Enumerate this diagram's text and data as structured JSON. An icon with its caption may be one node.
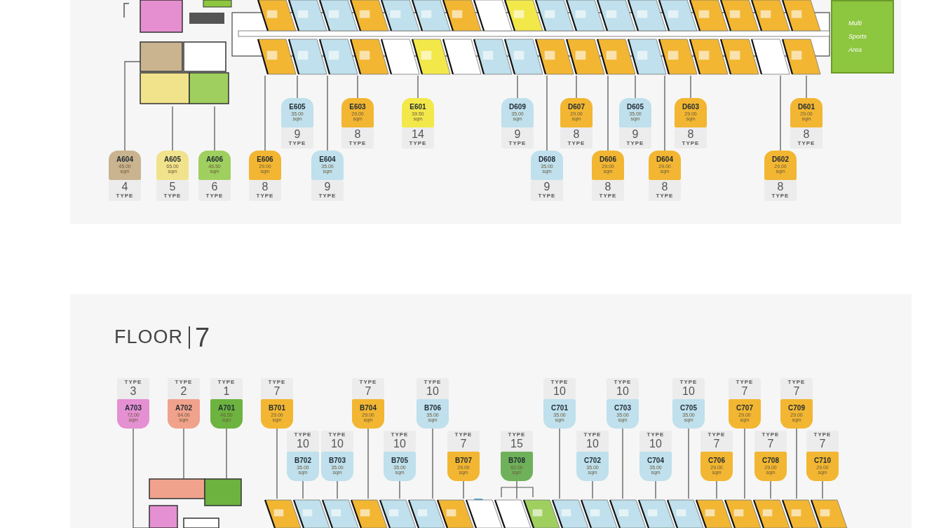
{
  "diagram": {
    "nodes": [
      {
        "text": [
          "Multi Sports Area"
        ]
      },
      {
        "text": [
          "E605",
          "35.00 sqm",
          "9",
          "TYPE"
        ]
      },
      {
        "text": [
          "E603",
          "29.00 sqm",
          "8",
          "TYPE"
        ]
      },
      {
        "text": [
          "E601",
          "39.50 sqm",
          "14",
          "TYPE"
        ]
      },
      {
        "text": [
          "D609",
          "35.00 sqm",
          "9",
          "TYPE"
        ]
      },
      {
        "text": [
          "D607",
          "29.00 sqm",
          "8",
          "TYPE"
        ]
      },
      {
        "text": [
          "D605",
          "35.00 sqm",
          "9",
          "TYPE"
        ]
      },
      {
        "text": [
          "D603",
          "29.00 sqm",
          "8",
          "TYPE"
        ]
      },
      {
        "text": [
          "D601",
          "29.00 sqm",
          "8",
          "TYPE"
        ]
      },
      {
        "text": [
          "A604",
          "45.00 sqm",
          "4",
          "TYPE"
        ]
      },
      {
        "text": [
          "A605",
          "65.00 sqm",
          "5",
          "TYPE"
        ]
      },
      {
        "text": [
          "A606",
          "46.50 sqm",
          "6",
          "TYPE"
        ]
      },
      {
        "text": [
          "E606",
          "29.00 sqm",
          "8",
          "TYPE"
        ]
      },
      {
        "text": [
          "E604",
          "35.00 sqm",
          "9",
          "TYPE"
        ]
      },
      {
        "text": [
          "D608",
          "35.00 sqm",
          "9",
          "TYPE"
        ]
      },
      {
        "text": [
          "D606",
          "29.00 sqm",
          "8",
          "TYPE"
        ]
      },
      {
        "text": [
          "D604",
          "29.00 sqm",
          "8",
          "TYPE"
        ]
      },
      {
        "text": [
          "D602",
          "29.00 sqm",
          "8",
          "TYPE"
        ]
      },
      {
        "text": [
          "TYPE",
          "3",
          "A703",
          "72.00 sqm"
        ]
      },
      {
        "text": [
          "TYPE",
          "2",
          "A702",
          "64.00 sqm"
        ]
      },
      {
        "text": [
          "TYPE",
          "1",
          "A701",
          "46.50 sqm"
        ]
      },
      {
        "text": [
          "TYPE",
          "7",
          "B701",
          "29.00 sqm"
        ]
      },
      {
        "text": [
          "TYPE",
          "7",
          "B704",
          "29.00 sqm"
        ]
      },
      {
        "text": [
          "TYPE",
          "10",
          "B706",
          "35.00 sqm"
        ]
      },
      {
        "text": [
          "TYPE",
          "10",
          "C701",
          "35.00 sqm"
        ]
      },
      {
        "text": [
          "TYPE",
          "10",
          "C703",
          "35.00 sqm"
        ]
      },
      {
        "text": [
          "TYPE",
          "10",
          "C705",
          "35.00 sqm"
        ]
      },
      {
        "text": [
          "TYPE",
          "7",
          "C707",
          "29.00 sqm"
        ]
      },
      {
        "text": [
          "TYPE",
          "7",
          "C709",
          "29.00 sqm"
        ]
      },
      {
        "text": [
          "TYPE",
          "10",
          "B702",
          "35.00 sqm"
        ]
      },
      {
        "text": [
          "TYPE",
          "10",
          "B703",
          "35.00 sqm"
        ]
      },
      {
        "text": [
          "TYPE",
          "10",
          "B705",
          "35.00 sqm"
        ]
      },
      {
        "text": [
          "TYPE",
          "7",
          "B707",
          "29.00 sqm"
        ]
      },
      {
        "text": [
          "TYPE",
          "15",
          "B708",
          "62.00 sqm"
        ]
      },
      {
        "text": [
          "TYPE",
          "10",
          "C702",
          "35.00 sqm"
        ]
      },
      {
        "text": [
          "TYPE",
          "10",
          "C704",
          "35.00 sqm"
        ]
      },
      {
        "text": [
          "TYPE",
          "7",
          "C706",
          "29.00 sqm"
        ]
      },
      {
        "text": [
          "TYPE",
          "7",
          "C708",
          "29.00 sqm"
        ]
      },
      {
        "text": [
          "TYPE",
          "7",
          "C710",
          "29.00 sqm"
        ]
      },
      {
        "text": [],
        "shape": "picture"
      },
      {
        "text": [],
        "shape": "picture"
      },
      {
        "text": [],
        "shape": "picture"
      },
      {
        "text": [],
        "shape": "picture"
      }
    ],
    "edges": [
      {
        "from": 1,
        "to": 40,
        "arrow": "none"
      },
      {
        "from": 2,
        "to": 40,
        "arrow": "none"
      },
      {
        "from": 3,
        "to": 40,
        "arrow": "none"
      },
      {
        "from": 4,
        "to": 40,
        "arrow": "none"
      },
      {
        "from": 5,
        "to": 40,
        "arrow": "none"
      },
      {
        "from": 6,
        "to": 40,
        "arrow": "none"
      },
      {
        "from": 7,
        "to": 40,
        "arrow": "none"
      },
      {
        "from": 8,
        "to": 40,
        "arrow": "none"
      },
      {
        "from": 9,
        "to": 39,
        "arrow": "none"
      },
      {
        "from": 10,
        "to": 39,
        "arrow": "none"
      },
      {
        "from": 11,
        "to": 39,
        "arrow": "none"
      },
      {
        "from": 12,
        "to": 40,
        "arrow": "none"
      },
      {
        "from": 13,
        "to": 40,
        "arrow": "none"
      },
      {
        "from": 14,
        "to": 40,
        "arrow": "none"
      },
      {
        "from": 15,
        "to": 40,
        "arrow": "none"
      },
      {
        "from": 16,
        "to": 40,
        "arrow": "none"
      },
      {
        "from": 17,
        "to": 40,
        "arrow": "none"
      },
      {
        "from": 18,
        "to": 41,
        "arrow": "none"
      },
      {
        "from": 19,
        "to": 41,
        "arrow": "none"
      },
      {
        "from": 20,
        "to": 41,
        "arrow": "none"
      },
      {
        "from": 21,
        "to": 42,
        "arrow": "none"
      },
      {
        "from": 22,
        "to": 42,
        "arrow": "none"
      },
      {
        "from": 23,
        "to": 42,
        "arrow": "none"
      },
      {
        "from": 24,
        "to": 42,
        "arrow": "none"
      },
      {
        "from": 25,
        "to": 42,
        "arrow": "none"
      },
      {
        "from": 26,
        "to": 42,
        "arrow": "none"
      },
      {
        "from": 27,
        "to": 42,
        "arrow": "none"
      },
      {
        "from": 28,
        "to": 42,
        "arrow": "none"
      },
      {
        "from": 29,
        "to": 42,
        "arrow": "none"
      },
      {
        "from": 30,
        "to": 42,
        "arrow": "none"
      },
      {
        "from": 31,
        "to": 42,
        "arrow": "none"
      },
      {
        "from": 32,
        "to": 42,
        "arrow": "none"
      },
      {
        "from": 33,
        "to": 42,
        "arrow": "none"
      },
      {
        "from": 34,
        "to": 42,
        "arrow": "none"
      },
      {
        "from": 35,
        "to": 42,
        "arrow": "none"
      },
      {
        "from": 36,
        "to": 42,
        "arrow": "none"
      },
      {
        "from": 37,
        "to": 42,
        "arrow": "none"
      },
      {
        "from": 38,
        "to": 42,
        "arrow": "none"
      }
    ],
    "labels": [
      "FLOOR",
      "7"
    ]
  }
}
